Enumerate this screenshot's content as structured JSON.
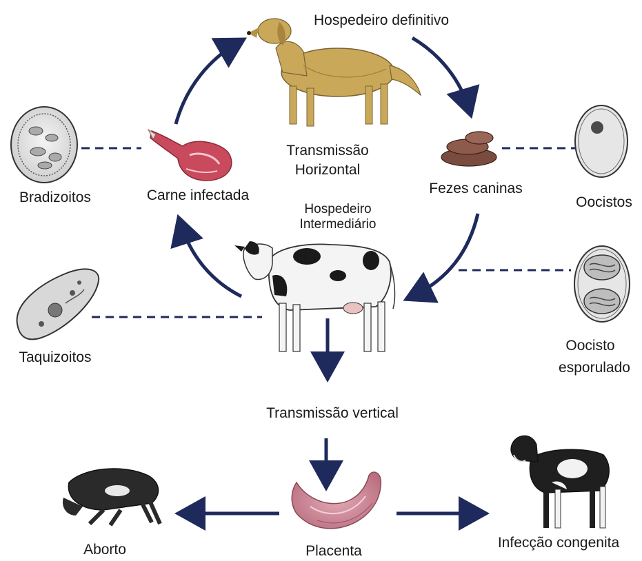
{
  "labels": {
    "definitive_host": "Hospedeiro definitivo",
    "horizontal_line1": "Transmissão",
    "horizontal_line2": "Horizontal",
    "dog_feces": "Fezes caninas",
    "oocysts": "Oocistos",
    "bradyzoites": "Bradizoitos",
    "infected_meat": "Carne infectada",
    "intermediate_line1": "Hospedeiro",
    "intermediate_line2": "Intermediário",
    "tachyzoites": "Taquizoitos",
    "sporulated_line1": "Oocisto",
    "sporulated_line2": "esporulado",
    "vertical": "Transmissão vertical",
    "abortion": "Aborto",
    "placenta": "Placenta",
    "congenital": "Infecção congenita"
  },
  "colors": {
    "arrow": "#1f2a5c",
    "dashed": "#1f2a5c",
    "text": "#1a1a1a"
  },
  "icons": {
    "dog": "golden-retriever-illustration",
    "cow": "holstein-cow-illustration",
    "calf": "holstein-calf-illustration",
    "aborted_calf": "aborted-calf-illustration",
    "meat": "raw-meat-illustration",
    "feces": "dog-feces-illustration",
    "placenta": "placenta-illustration",
    "bradyzoite": "tissue-cyst-illustration",
    "tachyzoite": "tachyzoite-illustration",
    "oocyst": "oocyst-illustration",
    "sporulated_oocyst": "sporulated-oocyst-illustration"
  }
}
